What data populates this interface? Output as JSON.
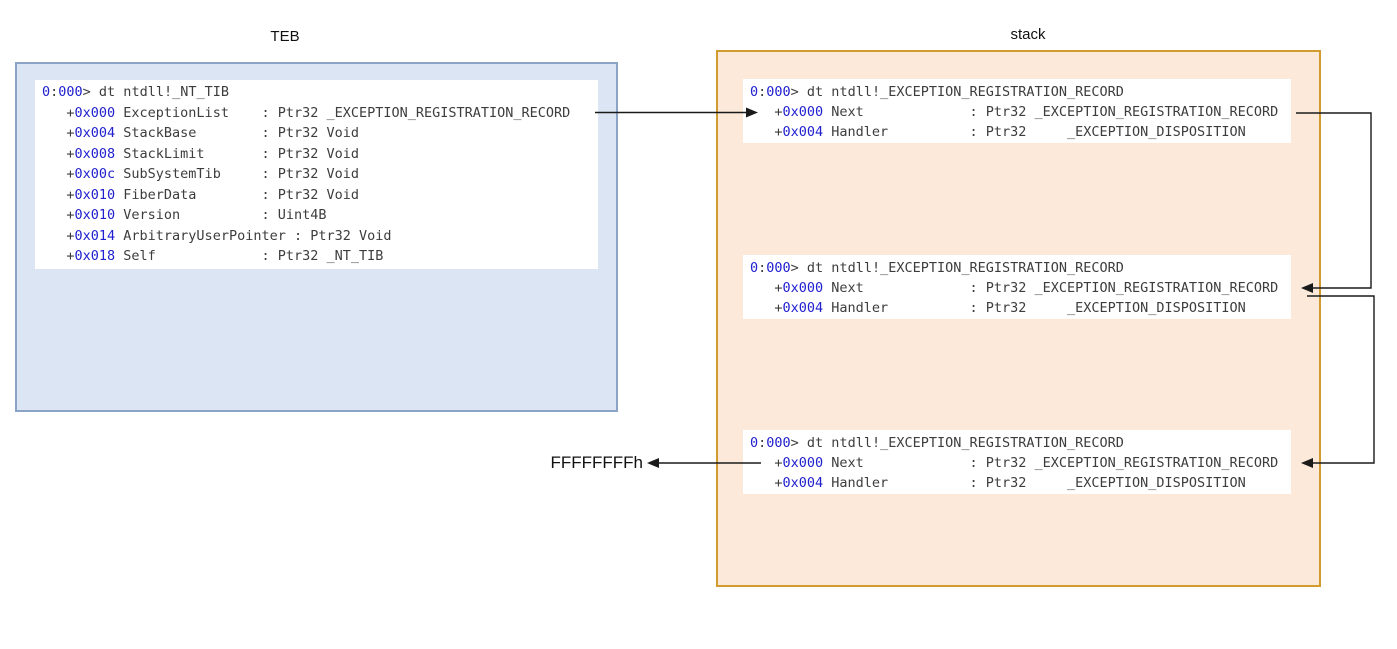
{
  "colors": {
    "teb-fill": "#dbe5f3",
    "teb-border": "#8ba3c7",
    "stack-fill": "#fde9d9",
    "stack-border": "#d29b2f",
    "code-number": "#2020cf",
    "code-text": "#3d3d3d",
    "arrow": "#1a1a1a",
    "label-text": "#111111"
  },
  "teb": {
    "label": "TEB",
    "console": {
      "lines": [
        [
          [
            "n",
            "0"
          ],
          [
            "t",
            ":"
          ],
          [
            "n",
            "000"
          ],
          [
            "t",
            "> dt ntdll!_NT_TIB"
          ]
        ],
        [
          [
            "t",
            "   +"
          ],
          [
            "n",
            "0x000"
          ],
          [
            "t",
            " ExceptionList    : Ptr32 _EXCEPTION_REGISTRATION_RECORD"
          ]
        ],
        [
          [
            "t",
            "   +"
          ],
          [
            "n",
            "0x004"
          ],
          [
            "t",
            " StackBase        : Ptr32 Void"
          ]
        ],
        [
          [
            "t",
            "   +"
          ],
          [
            "n",
            "0x008"
          ],
          [
            "t",
            " StackLimit       : Ptr32 Void"
          ]
        ],
        [
          [
            "t",
            "   +"
          ],
          [
            "n",
            "0x00c"
          ],
          [
            "t",
            " SubSystemTib     : Ptr32 Void"
          ]
        ],
        [
          [
            "t",
            "   +"
          ],
          [
            "n",
            "0x010"
          ],
          [
            "t",
            " FiberData        : Ptr32 Void"
          ]
        ],
        [
          [
            "t",
            "   +"
          ],
          [
            "n",
            "0x010"
          ],
          [
            "t",
            " Version          : Uint4B"
          ]
        ],
        [
          [
            "t",
            "   +"
          ],
          [
            "n",
            "0x014"
          ],
          [
            "t",
            " ArbitraryUserPointer : Ptr32 Void"
          ]
        ],
        [
          [
            "t",
            "   +"
          ],
          [
            "n",
            "0x018"
          ],
          [
            "t",
            " Self             : Ptr32 _NT_TIB"
          ]
        ]
      ]
    }
  },
  "stack": {
    "label": "stack",
    "records": [
      {
        "lines": [
          [
            [
              "n",
              "0"
            ],
            [
              "t",
              ":"
            ],
            [
              "n",
              "000"
            ],
            [
              "t",
              "> dt ntdll!_EXCEPTION_REGISTRATION_RECORD"
            ]
          ],
          [
            [
              "t",
              "   +"
            ],
            [
              "n",
              "0x000"
            ],
            [
              "t",
              " Next             : Ptr32 _EXCEPTION_REGISTRATION_RECORD"
            ]
          ],
          [
            [
              "t",
              "   +"
            ],
            [
              "n",
              "0x004"
            ],
            [
              "t",
              " Handler          : Ptr32     _EXCEPTION_DISPOSITION"
            ]
          ]
        ]
      },
      {
        "lines": [
          [
            [
              "n",
              "0"
            ],
            [
              "t",
              ":"
            ],
            [
              "n",
              "000"
            ],
            [
              "t",
              "> dt ntdll!_EXCEPTION_REGISTRATION_RECORD"
            ]
          ],
          [
            [
              "t",
              "   +"
            ],
            [
              "n",
              "0x000"
            ],
            [
              "t",
              " Next             : Ptr32 _EXCEPTION_REGISTRATION_RECORD"
            ]
          ],
          [
            [
              "t",
              "   +"
            ],
            [
              "n",
              "0x004"
            ],
            [
              "t",
              " Handler          : Ptr32     _EXCEPTION_DISPOSITION"
            ]
          ]
        ]
      },
      {
        "lines": [
          [
            [
              "n",
              "0"
            ],
            [
              "t",
              ":"
            ],
            [
              "n",
              "000"
            ],
            [
              "t",
              "> dt ntdll!_EXCEPTION_REGISTRATION_RECORD"
            ]
          ],
          [
            [
              "t",
              "   +"
            ],
            [
              "n",
              "0x000"
            ],
            [
              "t",
              " Next             : Ptr32 _EXCEPTION_REGISTRATION_RECORD"
            ]
          ],
          [
            [
              "t",
              "   +"
            ],
            [
              "n",
              "0x004"
            ],
            [
              "t",
              " Handler          : Ptr32     _EXCEPTION_DISPOSITION"
            ]
          ]
        ]
      }
    ]
  },
  "chain_end": {
    "label": "FFFFFFFFh"
  }
}
